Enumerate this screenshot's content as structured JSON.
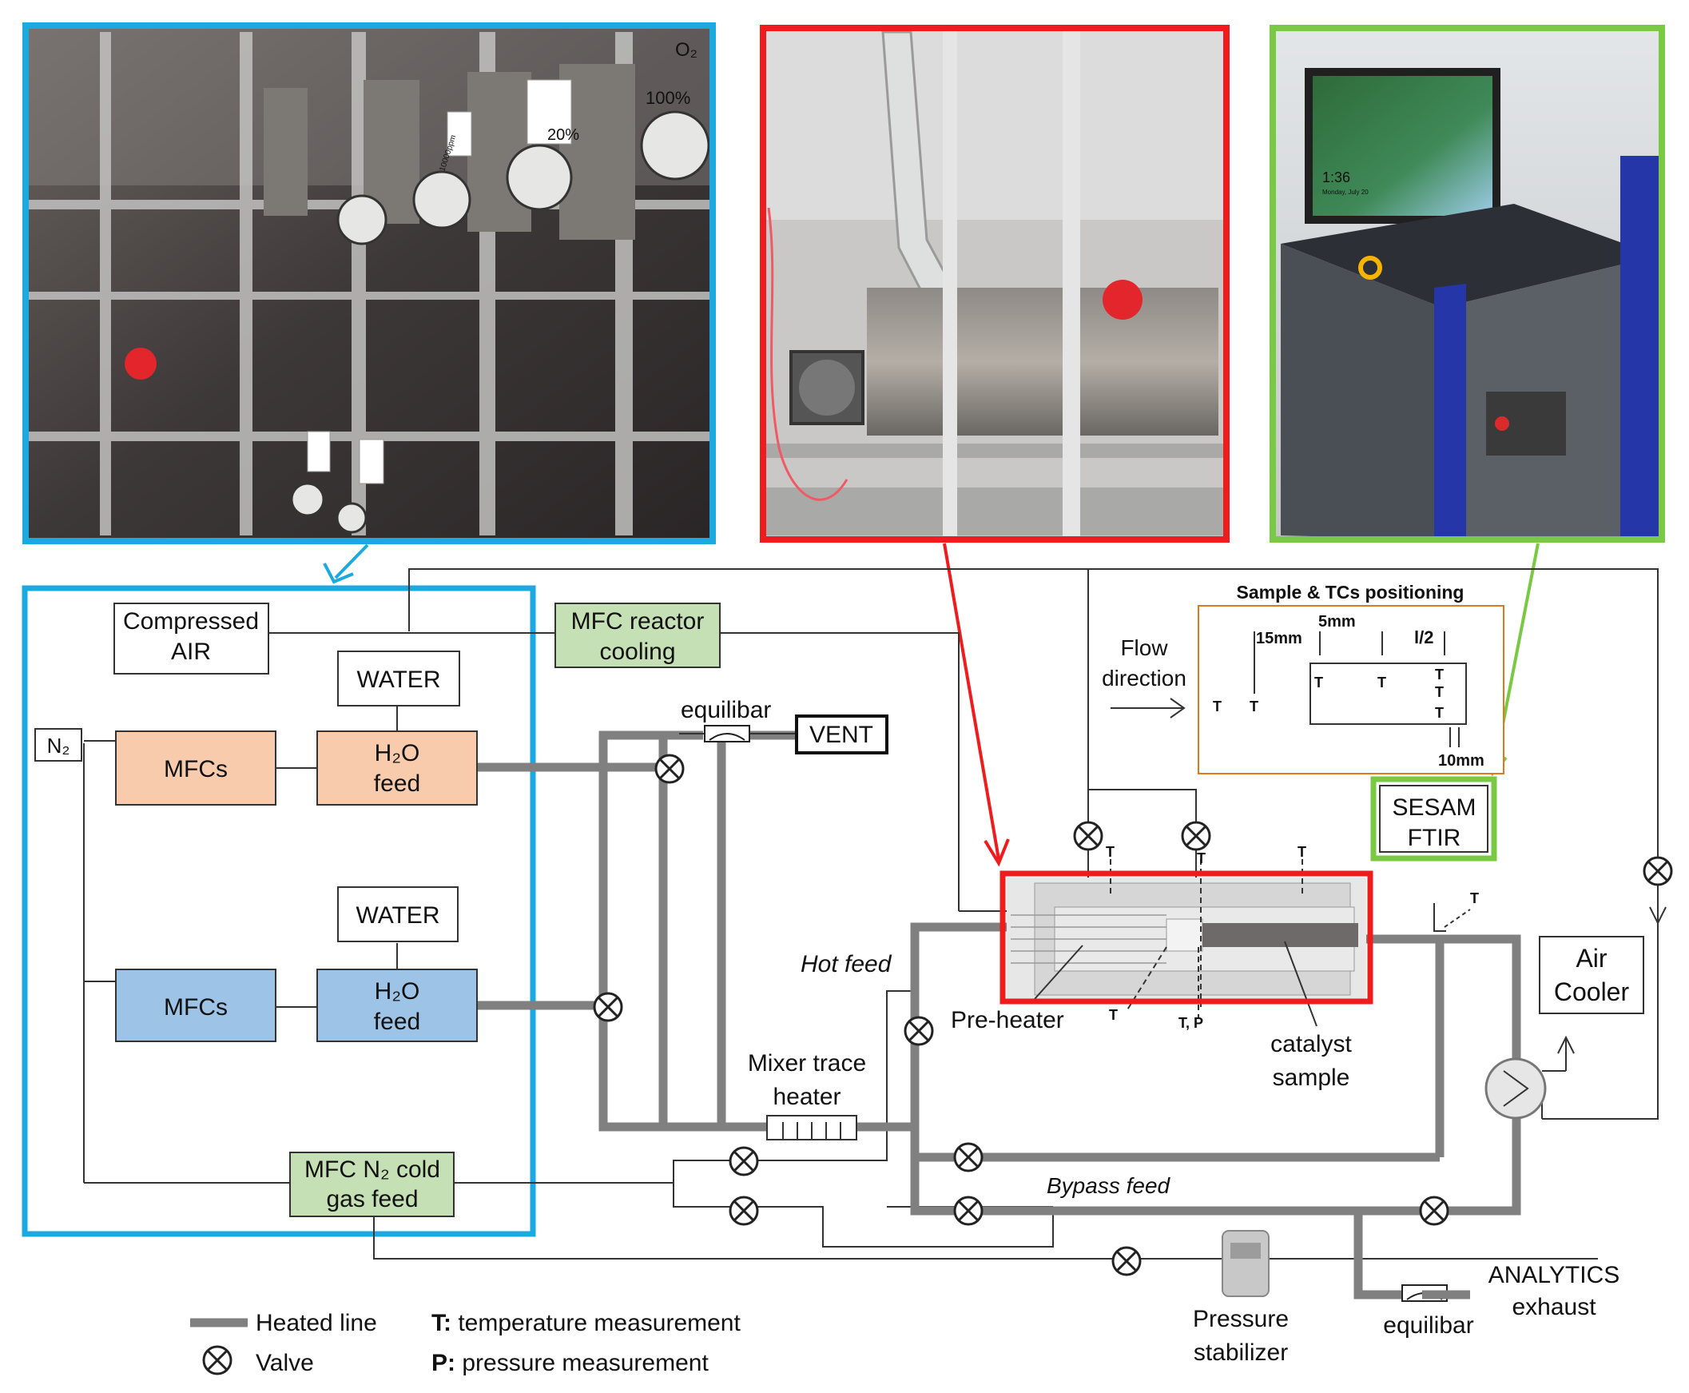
{
  "figure": {
    "colors": {
      "gas_frame": "#1ba9e0",
      "reactor_frame": "#ee1c1c",
      "ftir_frame": "#7ac943",
      "heated_line": "#808080",
      "mfc_orange": "#f8cbad",
      "mfc_blue": "#9dc3e6",
      "mfc_green": "#c5e0b4"
    },
    "photos": {
      "gas_cabinet": {
        "name": "gas-cabinet-photo",
        "labels": [
          "O₂",
          "100%",
          "20%",
          "10000ppm"
        ]
      },
      "reactor": {
        "name": "reactor-photo"
      },
      "ftir": {
        "name": "ftir-analyzer-photo",
        "screen_time": "1:36",
        "screen_date": "Monday, July 20"
      }
    },
    "boxes": {
      "compressed_air": [
        "Compressed",
        "AIR"
      ],
      "mfc_reactor_cooling": [
        "MFC reactor",
        "cooling"
      ],
      "water_top": "WATER",
      "water_bottom": "WATER",
      "n2": "N₂",
      "mfcs_top": "MFCs",
      "mfcs_bottom": "MFCs",
      "h2o_feed_top": [
        "H₂O",
        "feed"
      ],
      "h2o_feed_bottom": [
        "H₂O",
        "feed"
      ],
      "vent": "VENT",
      "sesam_ftir": [
        "SESAM",
        "FTIR"
      ],
      "air_cooler": [
        "Air",
        "Cooler"
      ],
      "mfc_n2_cold": [
        "MFC N₂ cold",
        "gas feed"
      ]
    },
    "labels": {
      "equilibar_top": "equilibar",
      "equilibar_bottom": "equilibar",
      "hot_feed": "Hot feed",
      "bypass_feed": "Bypass feed",
      "mixer_trace_heater": [
        "Mixer trace",
        "heater"
      ],
      "pre_heater": "Pre-heater",
      "catalyst_sample": [
        "catalyst",
        "sample"
      ],
      "pressure_stabilizer": [
        "Pressure",
        "stabilizer"
      ],
      "analytics_exhaust": [
        "ANALYTICS",
        "exhaust"
      ],
      "t": "T",
      "tp": "T, P"
    },
    "inset": {
      "title": "Sample & TCs positioning",
      "flow_direction": [
        "Flow",
        "direction"
      ],
      "dim_5mm": "5mm",
      "dim_15mm": "15mm",
      "dim_l2": "l/2",
      "dim_10mm": "10mm",
      "t": "T"
    },
    "legend": {
      "heated_line": "Heated line",
      "valve": "Valve",
      "t_key": "T:",
      "t_text": " temperature measurement",
      "p_key": "P:",
      "p_text": " pressure measurement"
    }
  }
}
